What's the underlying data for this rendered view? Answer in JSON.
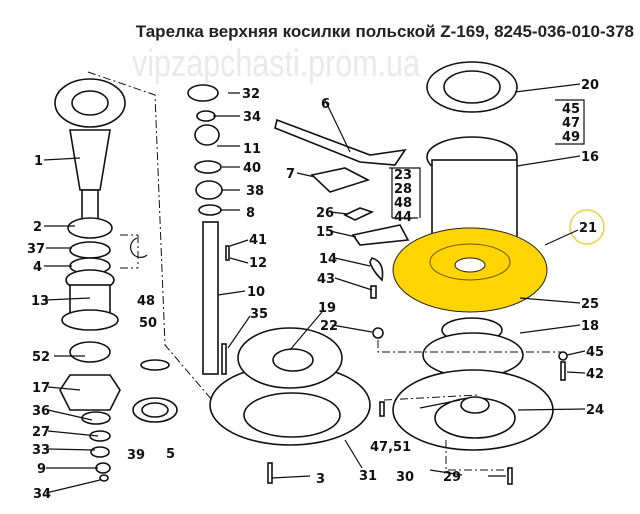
{
  "title": "Тарелка верхняя косилки польской Z-169, 8245-036-010-378",
  "watermark": "vipzapchasti.prom.ua",
  "highlight_color": "#FFD400",
  "highlight_ring_color": "#F0D040",
  "labels": {
    "p1": "1",
    "p2": "2",
    "p37": "37",
    "p4": "4",
    "p13": "13",
    "p52": "52",
    "p17": "17",
    "p36": "36",
    "p27": "27",
    "p33": "33",
    "p9": "9",
    "p34a": "34",
    "p48a": "48",
    "p50": "50",
    "p39": "39",
    "p5": "5",
    "p32": "32",
    "p34b": "34",
    "p11": "11",
    "p40": "40",
    "p38": "38",
    "p8": "8",
    "p41": "41",
    "p12": "12",
    "p10": "10",
    "p35": "35",
    "p3": "3",
    "p31": "31",
    "p19": "19",
    "p22": "22",
    "p6": "6",
    "p7": "7",
    "p26": "26",
    "p15": "15",
    "p14": "14",
    "p43": "43",
    "box1": [
      "23",
      "28",
      "48",
      "44"
    ],
    "box2": [
      "45",
      "47",
      "49"
    ],
    "p20": "20",
    "p16": "16",
    "p21": "21",
    "p25": "25",
    "p18": "18",
    "p45": "45",
    "p42": "42",
    "p24": "24",
    "p4751": "47,51",
    "p30": "30",
    "p29": "29"
  }
}
